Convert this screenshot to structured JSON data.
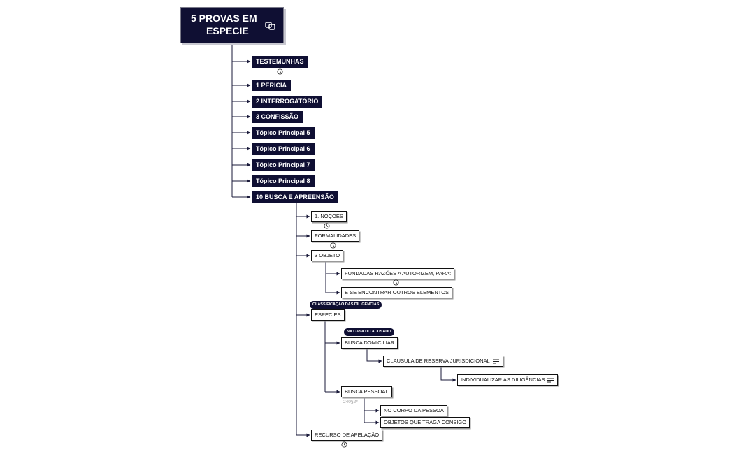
{
  "root": {
    "line1": "5 PROVAS EM",
    "line2": "ESPECIE",
    "icon": "link-icon"
  },
  "main_topics": [
    "TESTEMUNHAS",
    "1 PERICIA",
    "2 INTERROGATÓRIO",
    "3 CONFISSÃO",
    "Tópico Principal 5",
    "Tópico Principal 6",
    "Tópico Principal 7",
    "Tópico Principal 8",
    "10 BUSCA E APREENSÃO"
  ],
  "busca": {
    "nocoes": "1. NOÇOES",
    "formalidades": "FORMALIDADES",
    "objeto": "3 OBJETO",
    "objeto_children": [
      "FUNDADAS RAZÕES A AUTORIZEM, PARA:",
      "E SE ENCONTRAR OUTROS ELEMENTOS"
    ],
    "especies_label": "CLASSIFICAÇÃO DAS DILIGÊNCIAS",
    "especies": "ESPECIES",
    "domiciliar_label": "NA CASA DO ACUSADO",
    "domiciliar": "BUSCA DOMICILIAR",
    "clausula": "CLAUSULA DE RESERVA JURISDICIONAL",
    "individualizar": "INDIVIDUALIZAR AS DILIGÊNCIAS",
    "pessoal": "BUSCA PESSOAL",
    "pessoal_note": "240§2º",
    "pessoal_children": [
      "NO CORPO DA PESSOA",
      "OBJETOS QUE TRAGA CONSIGO"
    ],
    "recurso": "RECURSO DE APELAÇÃO"
  },
  "colors": {
    "node_dark": "#0f0f33",
    "line": "#1a1a3a"
  }
}
